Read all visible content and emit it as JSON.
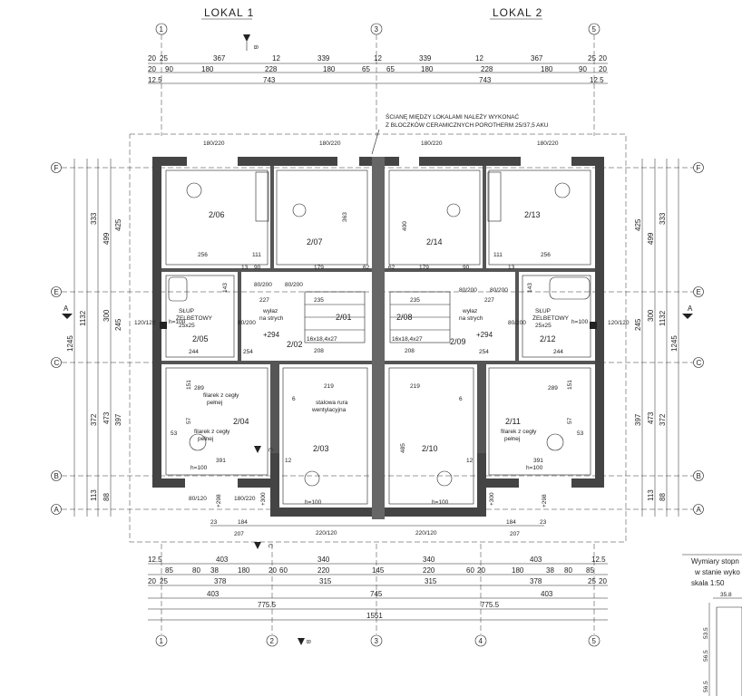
{
  "headers": {
    "lokal1": "LOKAL 1",
    "lokal2": "LOKAL 2"
  },
  "axes_top": [
    "1",
    "3",
    "5"
  ],
  "axes_bottom": [
    "1",
    "2",
    "3",
    "4",
    "5"
  ],
  "axes_left": [
    "F",
    "E",
    "C",
    "B",
    "A"
  ],
  "axes_right": [
    "F",
    "E",
    "C",
    "B",
    "A"
  ],
  "section_marks": {
    "b": "B",
    "a": "A",
    "c": "C"
  },
  "dims_top_row1": [
    "20",
    "25",
    "367",
    "12",
    "339",
    "12",
    "339",
    "12",
    "367",
    "25",
    "20"
  ],
  "dims_top_row2": [
    "20",
    "90",
    "180",
    "228",
    "180",
    "65",
    "65",
    "180",
    "228",
    "180",
    "90",
    "20"
  ],
  "dims_top_row3": [
    "12.5",
    "743",
    "743",
    "12.5"
  ],
  "note_wall": [
    "ŚCIANĘ MIĘDZY LOKALAMI NALEŻY WYKONAĆ",
    "Z BLOCZKÓW CERAMICZNYCH POROTHERM 25/37,5 AKU"
  ],
  "rooms": [
    "2/06",
    "2/07",
    "2/14",
    "2/13",
    "2/01",
    "2/08",
    "2/05",
    "2/02",
    "2/09",
    "2/12",
    "2/04",
    "2/03",
    "2/10",
    "2/11"
  ],
  "labels": {
    "slup_left": [
      "SŁUP",
      "ŻELBETOWY",
      "25x25"
    ],
    "slup_right": [
      "SŁUP",
      "ŻELBETOWY",
      "25x25"
    ],
    "wylaz_left": [
      "wyłaz",
      "na strych"
    ],
    "wylaz_right": [
      "wyłaz",
      "na strych"
    ],
    "filarek1": [
      "filarek z cegły",
      "pełnej"
    ],
    "filarek2": [
      "filarek z cegły",
      "pełnej"
    ],
    "filarek3": [
      "filarek z cegły",
      "pełnej"
    ],
    "stalowa": [
      "stalowa rura",
      "wentylacyjna"
    ],
    "stairs_left": "16x18,4x27",
    "stairs_right": "16x18,4x27",
    "lvl_left": "+294",
    "lvl_right": "+294",
    "h100": "h=100",
    "plus300": "+300",
    "plus298": "+298"
  },
  "inner_dims": [
    "256",
    "111",
    "363",
    "400",
    "256",
    "111",
    "179",
    "179",
    "62",
    "62",
    "235",
    "235",
    "219",
    "219",
    "208",
    "208",
    "254",
    "254",
    "244",
    "244",
    "289",
    "289",
    "391",
    "391",
    "485",
    "151",
    "151",
    "53",
    "53",
    "57",
    "57",
    "143",
    "143",
    "227",
    "227",
    "13",
    "13",
    "90",
    "90",
    "6",
    "6",
    "12",
    "12"
  ],
  "openings": [
    "180/220",
    "180/220",
    "180/220",
    "180/220",
    "80/200",
    "80/200",
    "80/200",
    "80/200",
    "80/200",
    "80/200",
    "120/120",
    "120/120",
    "80/120",
    "180/220",
    "220/120",
    "220/120"
  ],
  "dims_left_outer": [
    "1245",
    "1132"
  ],
  "dims_left_mid": [
    "333",
    "499",
    "425",
    "300",
    "245",
    "372",
    "397",
    "473",
    "113",
    "88"
  ],
  "dims_right_outer": [
    "1132",
    "1245"
  ],
  "dims_right_mid": [
    "425",
    "499",
    "333",
    "300",
    "245",
    "397",
    "473",
    "372",
    "113",
    "88"
  ],
  "dims_bot_row1": [
    "23",
    "184",
    "207",
    "184",
    "207",
    "23"
  ],
  "dims_bot_row2": [
    "12.5",
    "403",
    "340",
    "340",
    "403",
    "12.5"
  ],
  "dims_bot_row3": [
    "85",
    "80",
    "38",
    "180",
    "20",
    "60",
    "220",
    "145",
    "220",
    "60",
    "20",
    "180",
    "38",
    "80",
    "85"
  ],
  "dims_bot_row4": [
    "20",
    "25",
    "378",
    "315",
    "315",
    "378",
    "25",
    "20"
  ],
  "dims_bot_row5": [
    "403",
    "745",
    "403"
  ],
  "dims_bot_row6": [
    "775.5",
    "775.5"
  ],
  "dims_bot_row7": [
    "1551"
  ],
  "side_note": [
    "Wymiary stopn",
    "w stanie wyko",
    "skala 1:50"
  ],
  "side_dims": [
    "35.8",
    "53.5",
    "56.5",
    "56.5"
  ]
}
